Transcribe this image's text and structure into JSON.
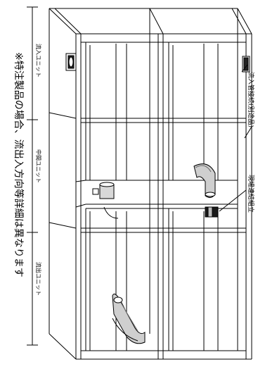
{
  "units": [
    {
      "label": "流入ユニット"
    },
    {
      "label": "中間ユニット"
    },
    {
      "label": "流出ユニット"
    }
  ],
  "note": "※特注製品の場合、流出入方向等詳細は異なります",
  "callouts": {
    "inflow_pipe": "流入管接続(別途品)",
    "site_assembly": "現場連結組立"
  }
}
